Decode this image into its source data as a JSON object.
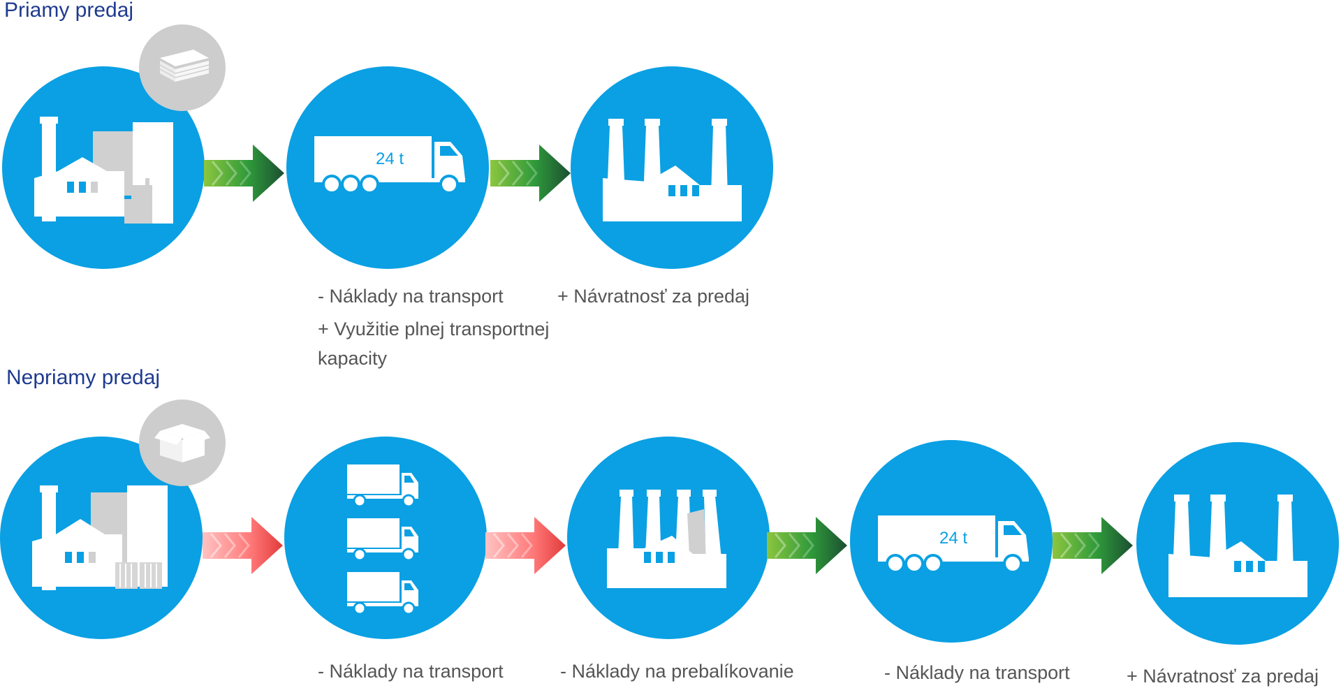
{
  "direct": {
    "title": "Priamy predaj",
    "notes": {
      "transport_cost": "- Náklady na transport",
      "full_capacity_1": "+ Využitie plnej transportnej",
      "full_capacity_2": "kapacity",
      "return": "+ Návratnosť za predaj"
    },
    "truck_label": "24 t"
  },
  "indirect": {
    "title": "Nepriamy predaj",
    "notes": {
      "transport_cost_1": "- Náklady na transport",
      "repackaging_cost": "- Náklady na prebalíkovanie",
      "transport_cost_2": "- Náklady na transport",
      "return": "+ Návratnosť za predaj"
    },
    "truck_label": "24 t"
  },
  "colors": {
    "circle": "#0aa0e3",
    "badge": "#cdcdcd",
    "title": "#1f3b8f",
    "note": "#555555",
    "arrow_good_light": "#8cc63f",
    "arrow_good_dark": "#1b4f32",
    "arrow_bad_light": "#ffb3b3",
    "arrow_bad_dark": "#e23b3b"
  }
}
